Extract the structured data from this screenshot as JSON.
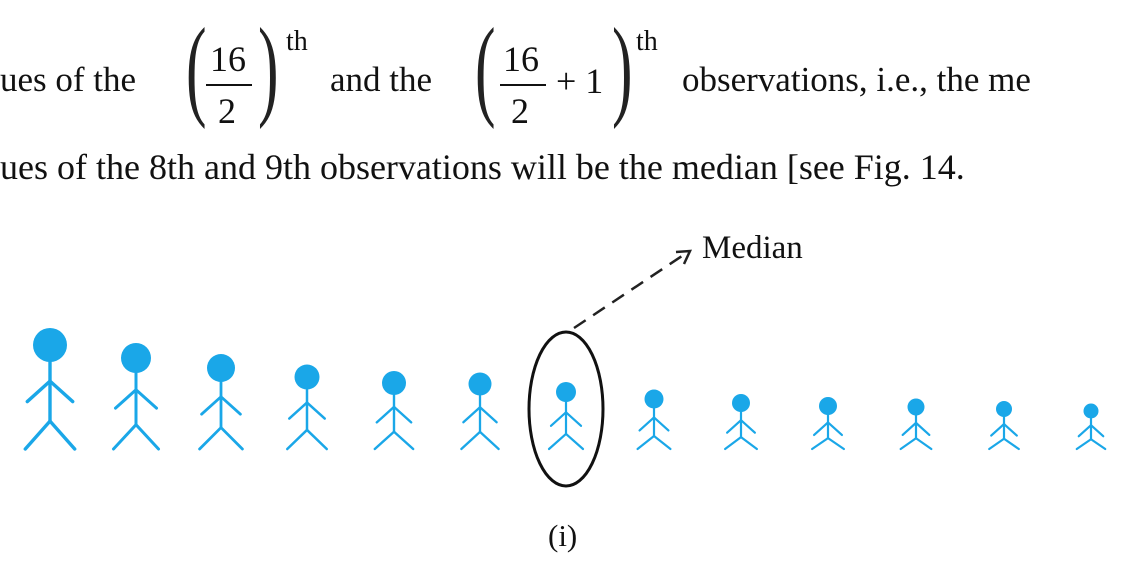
{
  "text": {
    "line1_start": "ues of the",
    "frac1_num": "16",
    "frac1_den": "2",
    "sup1": "th",
    "line1_mid": "and the",
    "frac2_num": "16",
    "frac2_den": "2",
    "plus_one": "+ 1",
    "sup2": "th",
    "line1_end": "observations, i.e., the me",
    "line2": "ues of the 8th and 9th observations will be the median [see Fig. 14.",
    "median_label": "Median",
    "caption": "(i)"
  },
  "figure": {
    "person_color": "#1aa7e8",
    "person_count": 13,
    "highlighted_person": 7
  }
}
